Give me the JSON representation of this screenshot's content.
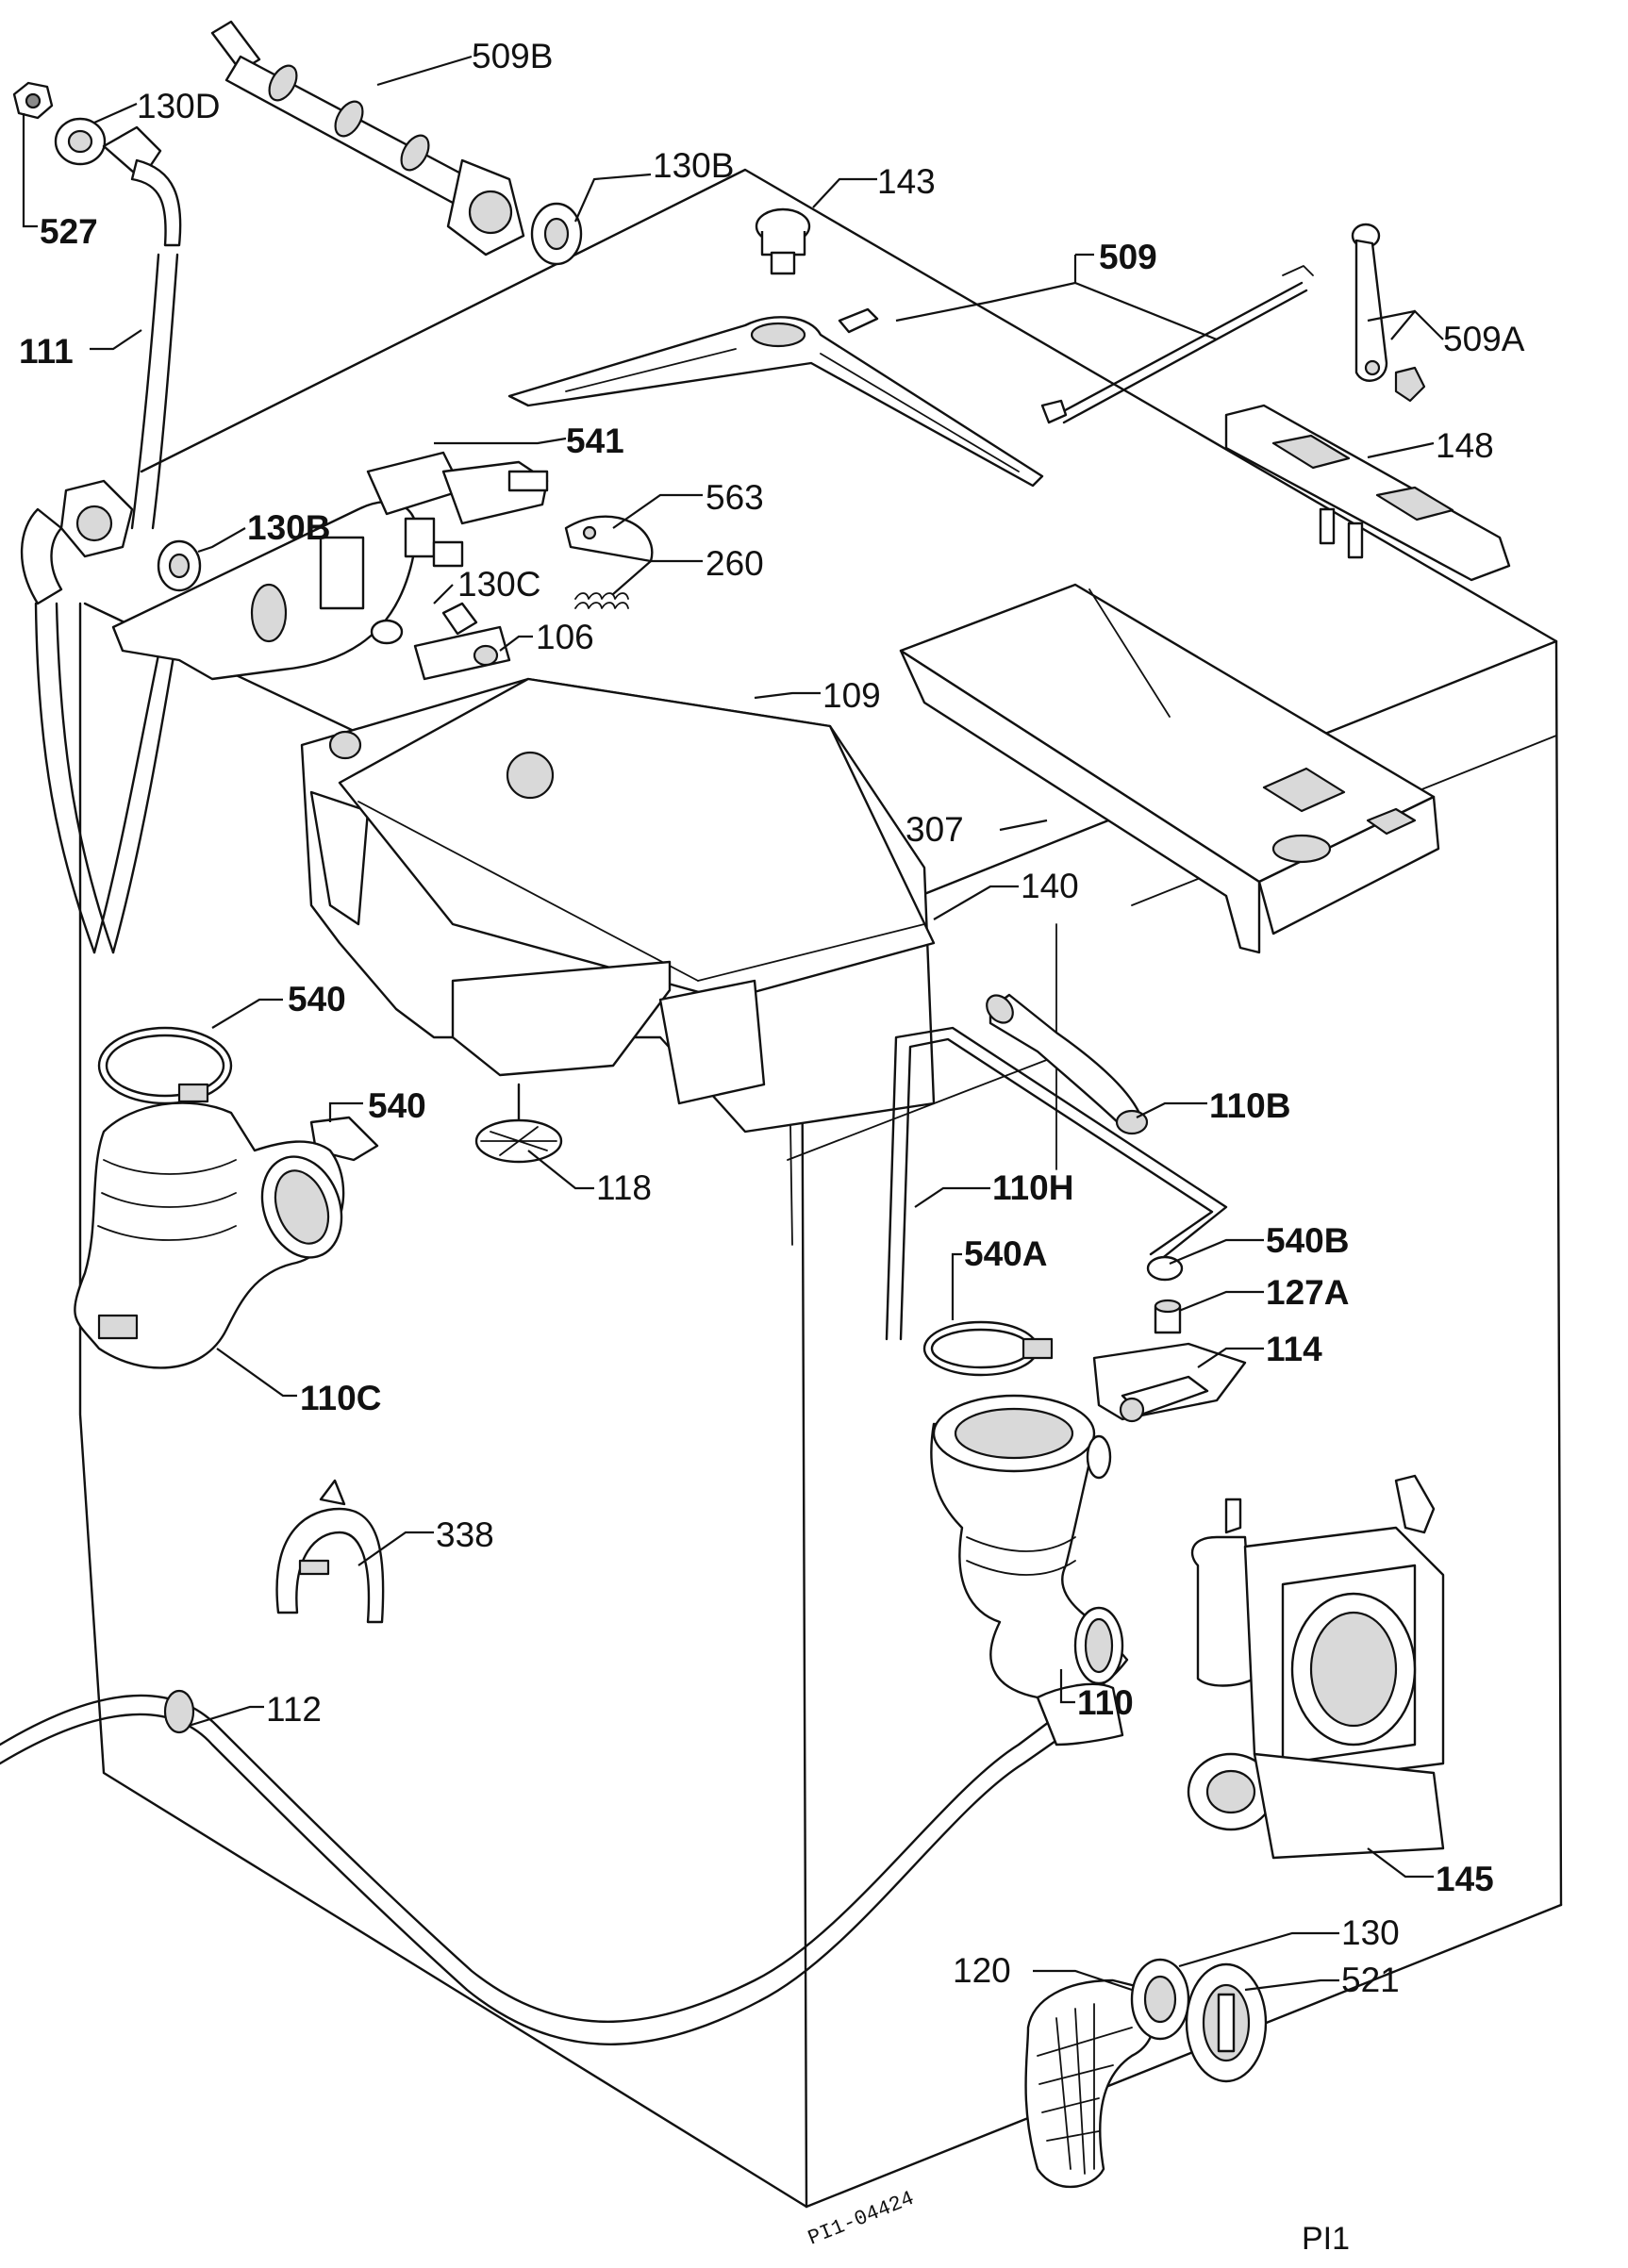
{
  "labels": [
    {
      "id": "l509b",
      "text": "509B"
    },
    {
      "id": "l130d",
      "text": "130D"
    },
    {
      "id": "l527",
      "text": "527"
    },
    {
      "id": "l130b_top",
      "text": "130B"
    },
    {
      "id": "l143",
      "text": "143"
    },
    {
      "id": "l509",
      "text": "509"
    },
    {
      "id": "l509a",
      "text": "509A"
    },
    {
      "id": "l111",
      "text": "111"
    },
    {
      "id": "l541",
      "text": "541"
    },
    {
      "id": "l148",
      "text": "148"
    },
    {
      "id": "l563",
      "text": "563"
    },
    {
      "id": "l130b_mid",
      "text": "130B"
    },
    {
      "id": "l260",
      "text": "260"
    },
    {
      "id": "l130c",
      "text": "130C"
    },
    {
      "id": "l106",
      "text": "106"
    },
    {
      "id": "l109",
      "text": "109"
    },
    {
      "id": "l307",
      "text": "307"
    },
    {
      "id": "l140",
      "text": "140"
    },
    {
      "id": "l540_top",
      "text": "540"
    },
    {
      "id": "l540_mid",
      "text": "540"
    },
    {
      "id": "l110b",
      "text": "110B"
    },
    {
      "id": "l118",
      "text": "118"
    },
    {
      "id": "l110h",
      "text": "110H"
    },
    {
      "id": "l540b",
      "text": "540B"
    },
    {
      "id": "l540a",
      "text": "540A"
    },
    {
      "id": "l127a",
      "text": "127A"
    },
    {
      "id": "l114",
      "text": "114"
    },
    {
      "id": "l110c",
      "text": "110C"
    },
    {
      "id": "l338",
      "text": "338"
    },
    {
      "id": "l110",
      "text": "110"
    },
    {
      "id": "l112",
      "text": "112"
    },
    {
      "id": "l145",
      "text": "145"
    },
    {
      "id": "l130",
      "text": "130"
    },
    {
      "id": "l120",
      "text": "120"
    },
    {
      "id": "l521",
      "text": "521"
    }
  ],
  "drawing_code": "PI1-04424",
  "page_label": "PI1"
}
